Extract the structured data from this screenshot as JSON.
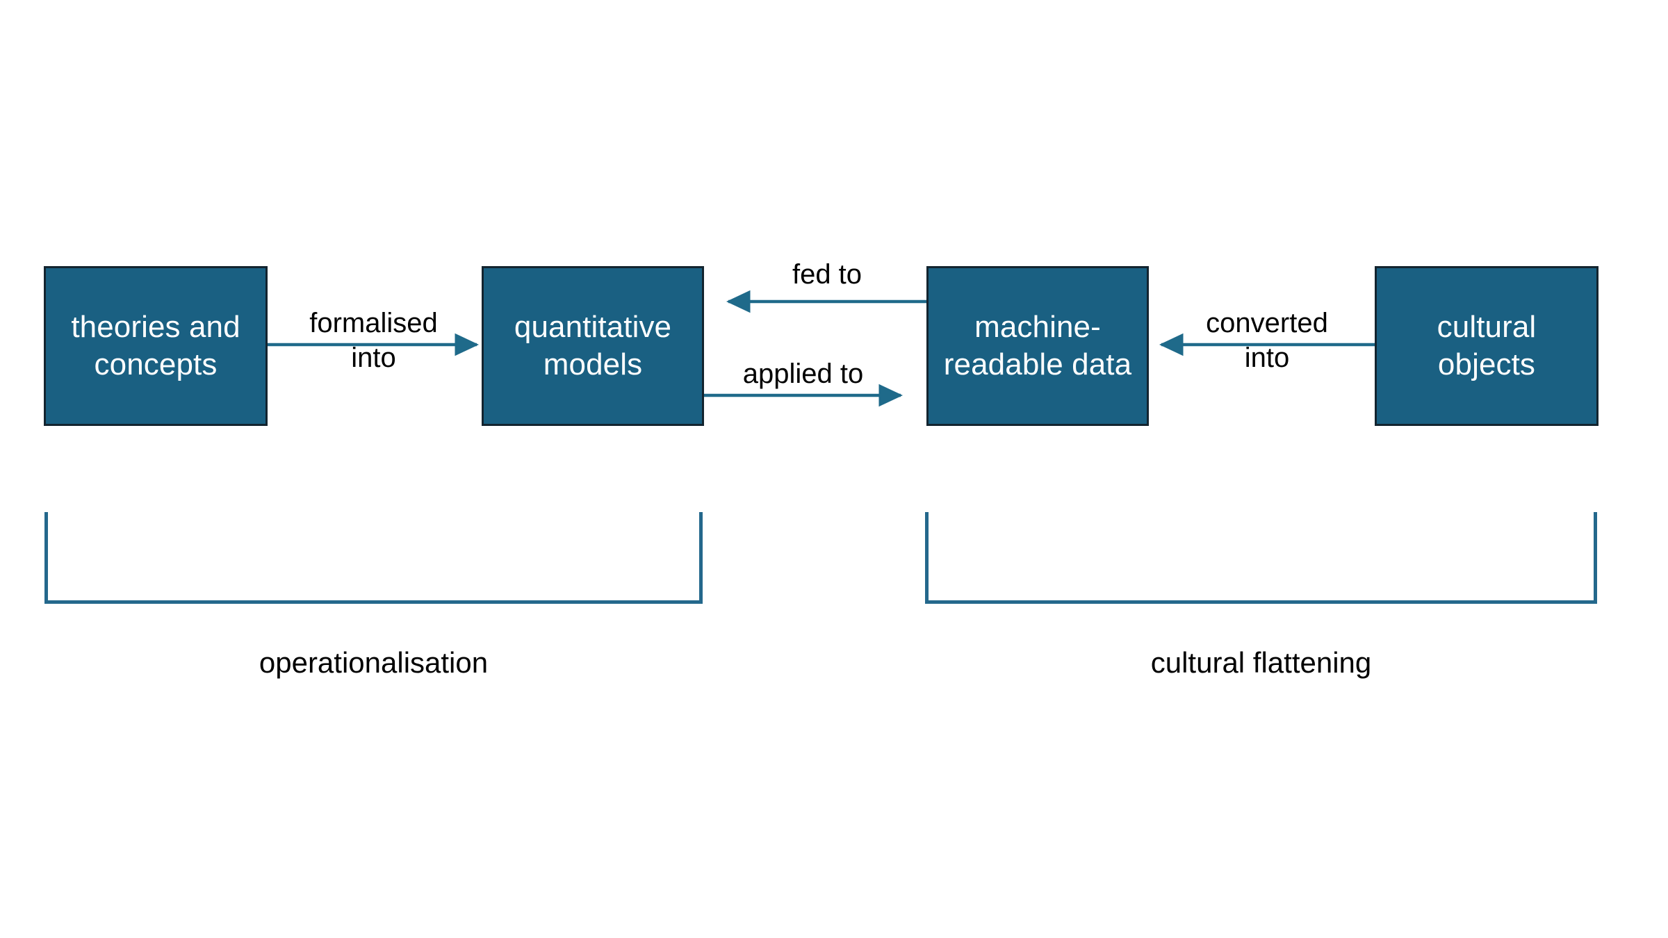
{
  "diagram": {
    "background_color": "#ffffff",
    "node_fill_color": "#1a6082",
    "node_border_color": "#13242f",
    "node_text_color": "#ffffff",
    "arrow_color": "#1f6a8a",
    "bracket_color": "#24688c",
    "label_text_color": "#000000"
  },
  "nodes": [
    {
      "id": "theories",
      "label": "theories and\nconcepts"
    },
    {
      "id": "models",
      "label": "quantitative\nmodels"
    },
    {
      "id": "data",
      "label": "machine-\nreadable data"
    },
    {
      "id": "objects",
      "label": "cultural\nobjects"
    }
  ],
  "edges": [
    {
      "id": "formalised",
      "label": "formalised\ninto",
      "from": "theories",
      "to": "models",
      "direction": "right"
    },
    {
      "id": "fed_to",
      "label": "fed to",
      "from": "data",
      "to": "models",
      "direction": "left"
    },
    {
      "id": "applied_to",
      "label": "applied to",
      "from": "models",
      "to": "data",
      "direction": "right"
    },
    {
      "id": "converted",
      "label": "converted\ninto",
      "from": "objects",
      "to": "data",
      "direction": "left"
    }
  ],
  "brackets": [
    {
      "id": "operationalisation",
      "caption": "operationalisation",
      "spans": [
        "theories",
        "models"
      ]
    },
    {
      "id": "cultural_flattening",
      "caption": "cultural flattening",
      "spans": [
        "data",
        "objects"
      ]
    }
  ]
}
